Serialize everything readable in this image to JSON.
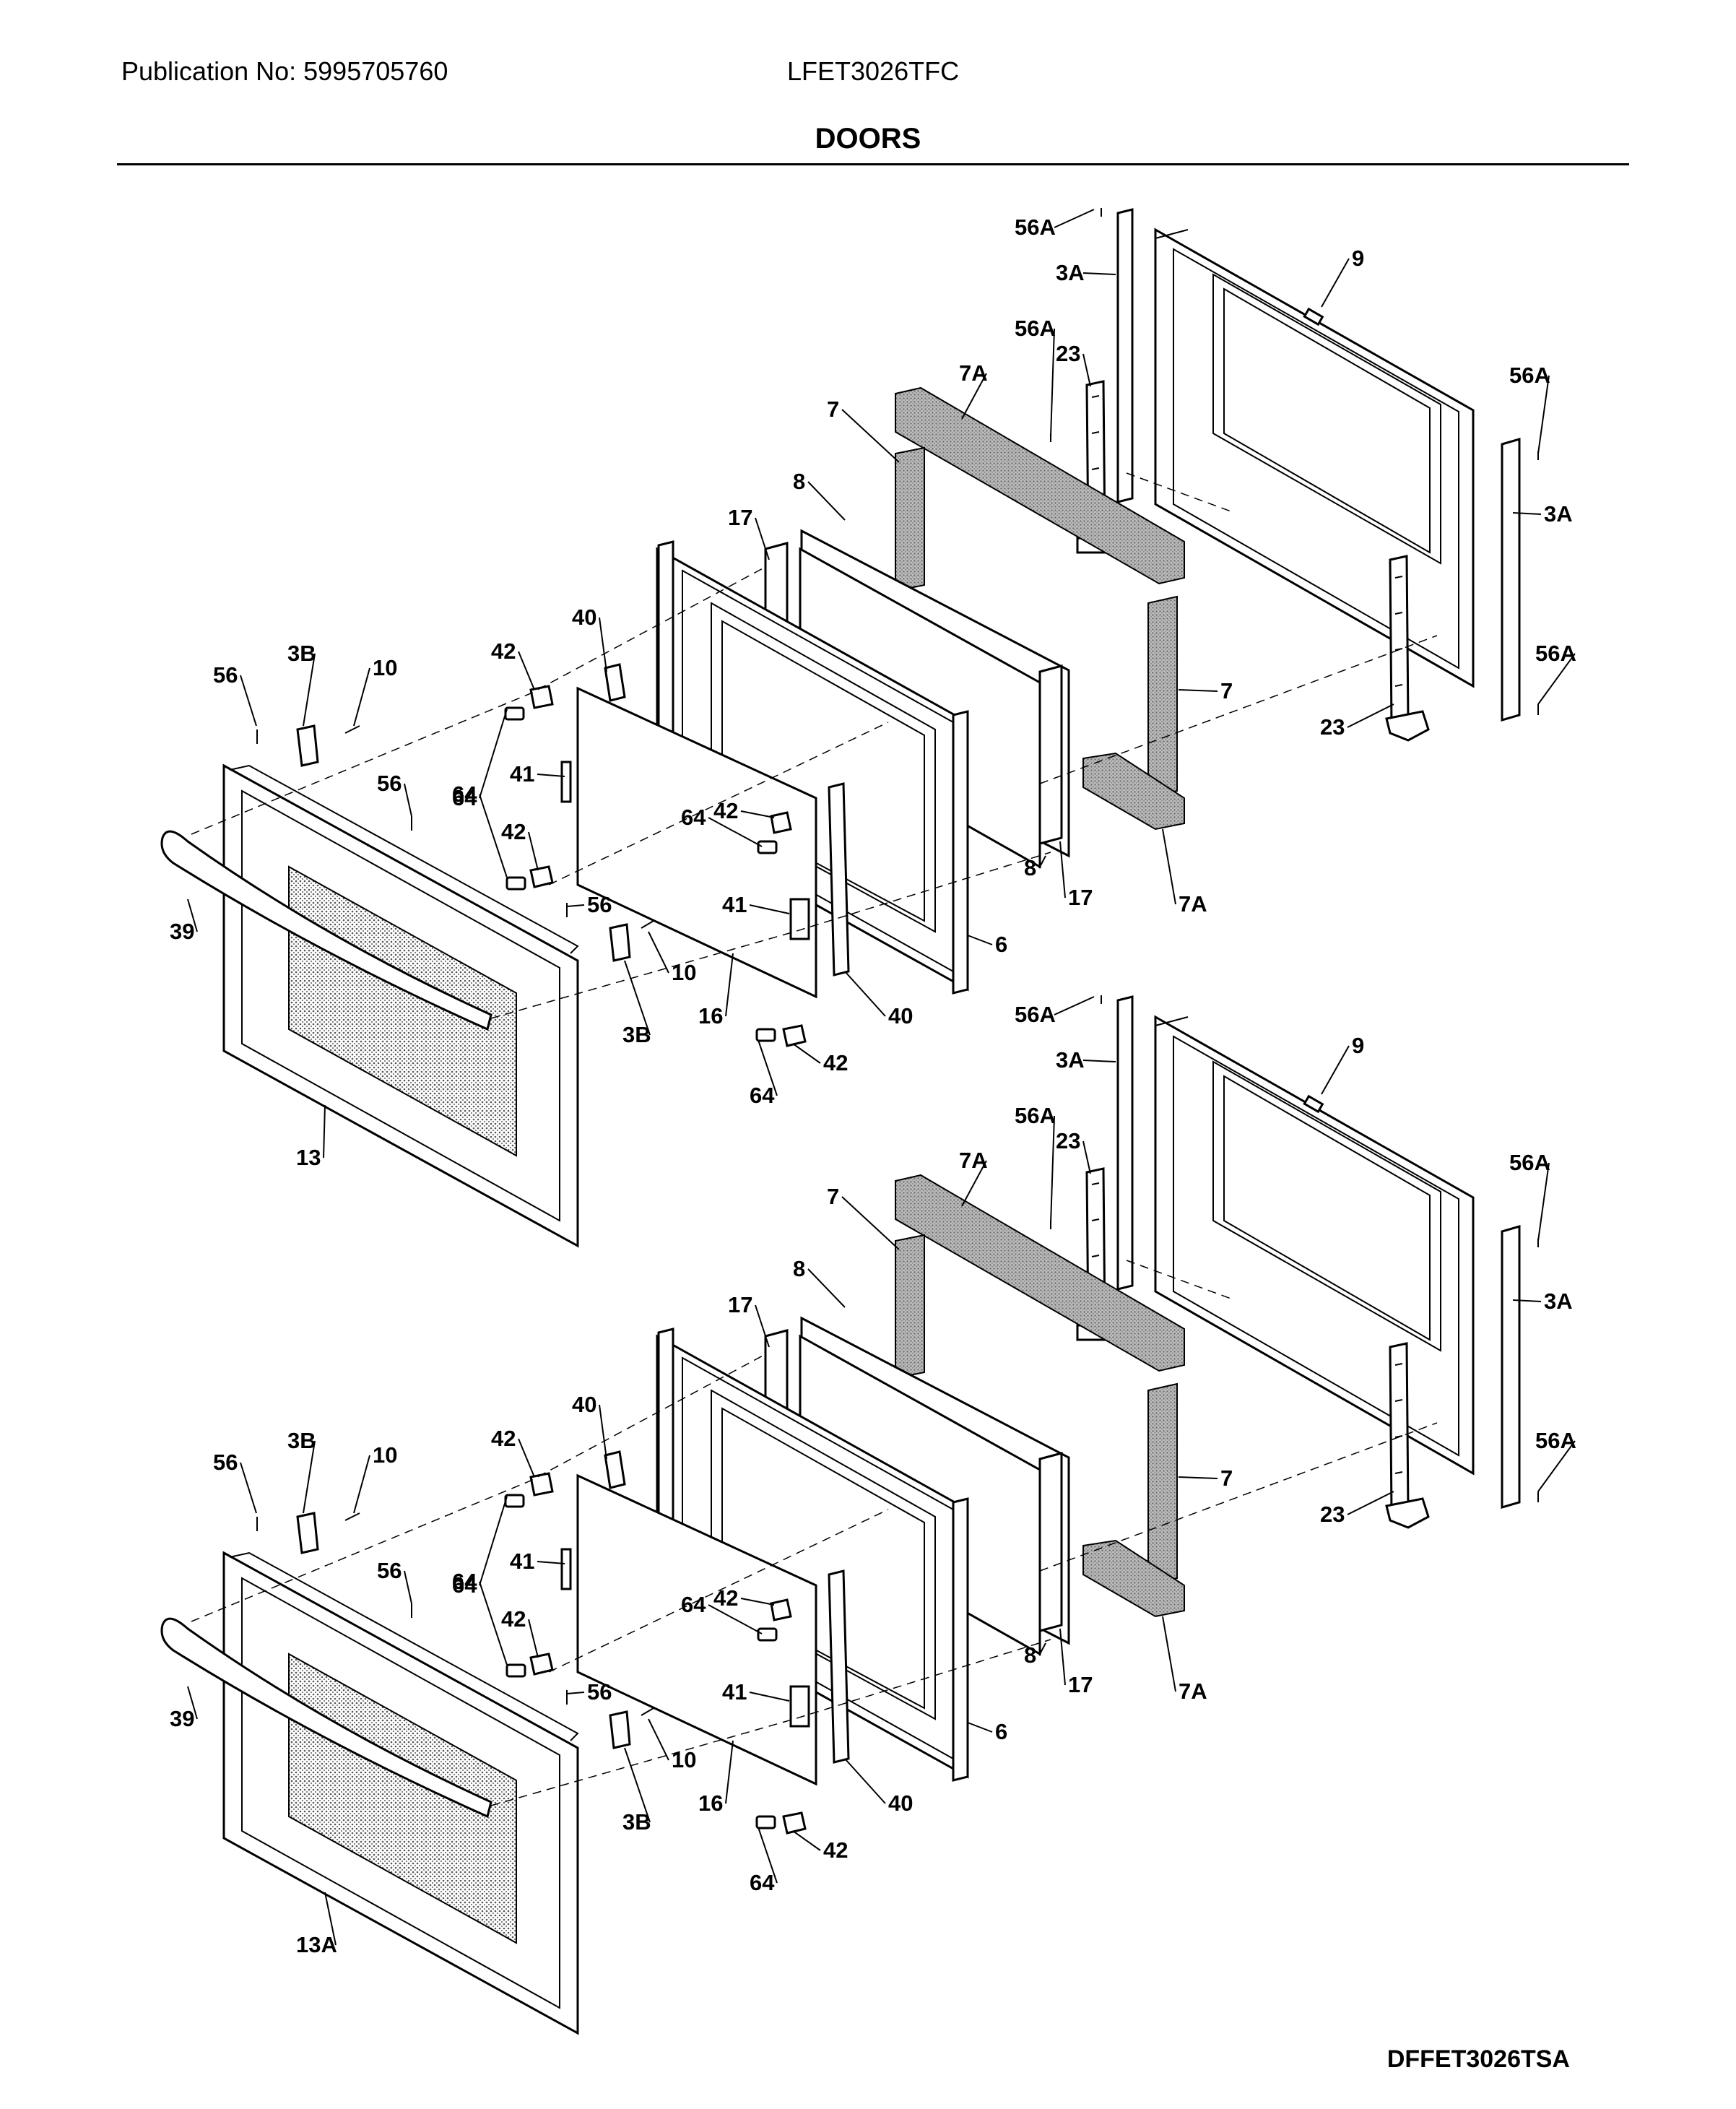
{
  "header": {
    "publication": "Publication No: 5995705760",
    "model": "LFET3026TFC",
    "title": "DOORS"
  },
  "footer": {
    "diagram_code": "DFFET3026TSA"
  },
  "callouts": [
    "56A",
    "3A",
    "9",
    "56A",
    "23",
    "7A",
    "56A",
    "7",
    "3A",
    "8",
    "17",
    "40",
    "42",
    "3B",
    "10",
    "56",
    "56",
    "64",
    "41",
    "42",
    "64",
    "42",
    "7",
    "56A",
    "23",
    "64",
    "41",
    "56",
    "10",
    "8",
    "17",
    "7A",
    "39",
    "6",
    "16",
    "3B",
    "40",
    "42",
    "64",
    "13",
    "56A",
    "3A",
    "9",
    "56A",
    "23",
    "7A",
    "56A",
    "7",
    "3A",
    "8",
    "17",
    "40",
    "42",
    "3B",
    "10",
    "56",
    "56",
    "64",
    "41",
    "42",
    "64",
    "42",
    "7",
    "56A",
    "23",
    "64",
    "41",
    "56",
    "10",
    "8",
    "17",
    "7A",
    "39",
    "6",
    "16",
    "3B",
    "40",
    "42",
    "64",
    "13A"
  ],
  "colors": {
    "ink": "#000000",
    "paper": "#ffffff",
    "insulation": "#9a9a9a"
  }
}
